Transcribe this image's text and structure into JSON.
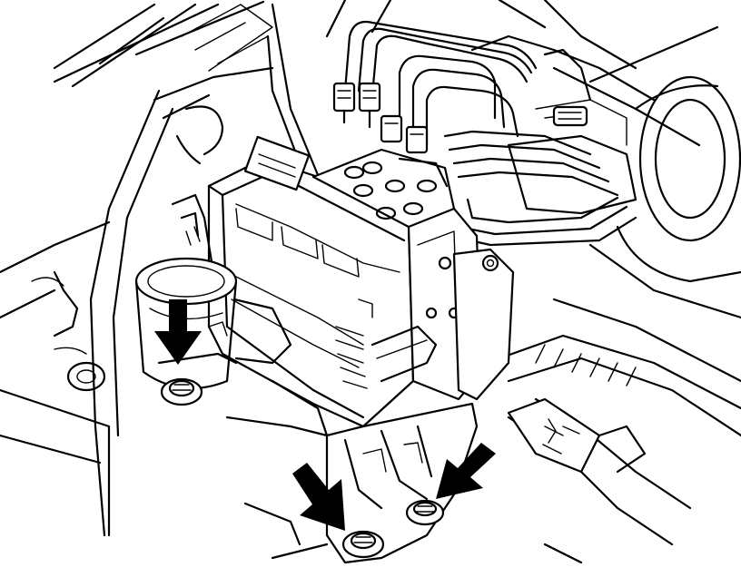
{
  "diagram": {
    "background_color": "#ffffff",
    "line_color": "#000000",
    "arrows": [
      {
        "id": "left-bracket-bolt-arrow",
        "direction": "down"
      },
      {
        "id": "front-bolt-arrow",
        "direction": "down-right"
      },
      {
        "id": "rear-bolt-arrow",
        "direction": "down-left"
      }
    ],
    "icons": [
      "arrow-icon",
      "bolt-icon"
    ]
  }
}
